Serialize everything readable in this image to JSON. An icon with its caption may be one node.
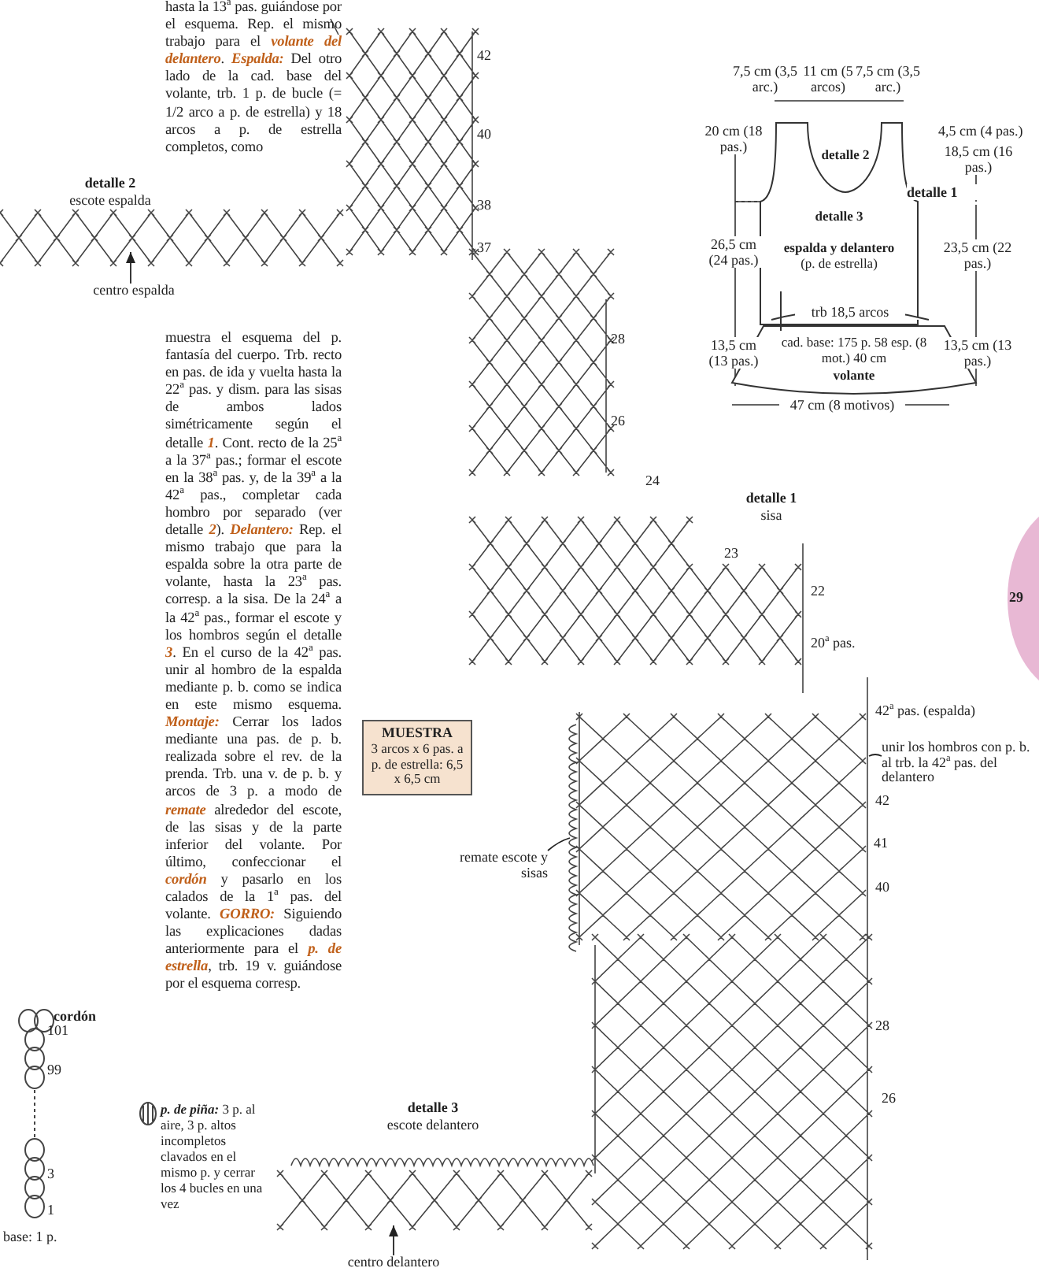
{
  "diagram": {
    "nodes": [
      {
        "text": [
          "MUESTRA",
          "3 arcos x 6 pas. a p. de estrella: 6,5 x 6,5 cm"
        ]
      },
      {
        "text": [
          "detalle 2",
          "detalle 3",
          "espalda y delantero",
          "(p. de estrella)"
        ]
      },
      {
        "text": [
          "cad. base: 175 p. 58 esp. (8 mot.) 40 cm",
          "volante"
        ]
      },
      {
        "text": [
          "centro espalda"
        ]
      },
      {
        "text": [
          "remate escote y sisas"
        ]
      },
      {
        "text": [
          "unir los hombros con p. b. al trb. la 42$^{a}$ pas. del delantero"
        ]
      },
      {
        "text": [
          "centro delantero"
        ]
      }
    ],
    "edges": [
      {
        "from": 3,
        "to": null,
        "arrow": "to"
      },
      {
        "from": 4,
        "to": null,
        "arrow": "none"
      },
      {
        "from": 5,
        "to": null,
        "arrow": "none"
      },
      {
        "from": 6,
        "to": null,
        "arrow": "to"
      }
    ],
    "labels": [
      "hasta la 13$^{a}$ pas. guiándose por el esquema. Rep. el mismo trabajo para el **volante del delantero**. **Espalda:** Del otro lado de la cad. base del volante, trb. 1 p. de bucle (= 1/2 arco a p. de estrella) y 18 arcos a p. de estrella completos, como",
      "42",
      "40",
      "detalle 2",
      "escote espalda",
      "38",
      "37",
      "7,5 cm (3,5 arc.)",
      "11 cm (5 arcos)",
      "7,5 cm (3,5 arc.)",
      "20 cm (18 pas.)",
      "4,5 cm (4 pas.)",
      "18,5 cm (16 pas.)",
      "detalle 1",
      "26,5 cm (24 pas.)",
      "23,5 cm (22 pas.)",
      "trb 18,5 arcos",
      "13,5 cm (13 pas.)",
      "13,5 cm (13 pas.)",
      "47 cm (8 motivos)",
      "muestra el esquema del p. fantasía del cuerpo. Trb. recto en pas. de ida y vuelta hasta la 22$^{a}$ pas. y dism. para las sisas de ambos lados simétricamente según el detalle **1**. Cont. recto de la 25$^{a}$ a la 37$^{a}$ pas.; formar el escote en la 38$^{a}$ pas. y, de la 39$^{a}$ a la 42$^{a}$ pas., completar cada hombro por separado (ver detalle **2**). **Delantero:** Rep. el mismo trabajo que para la espalda sobre la otra parte de volante, hasta la 23$^{a}$ pas. corresp. a la sisa. De la 24$^{a}$ a la 42$^{a}$ pas., formar el escote y los hombros según el detalle **3**. En el curso de la 42$^{a}$ pas. unir al hombro de la espalda mediante p. b. como se indica en este mismo esquema. **Montaje:** Cerrar los lados mediante una pas. de p. b. realizada sobre el rev. de la prenda. Trb. una v. de p. b. y arcos de 3 p. a modo de **remate** alrededor del escote, de las sisas y de la parte inferior del volante. Por último, confeccionar el **cordón** y pasarlo en los calados de la 1$^{a}$ pas. del volante. **GORRO:** Siguiendo las explicaciones dadas anteriormente para el **p. de estrella**, trb. 19 v. guiándose por el esquema corresp.",
      "28",
      "26",
      "24",
      "detalle 1",
      "sisa",
      "23",
      "22",
      "29",
      "20$^{a}$ pas.",
      "42$^{a}$ pas. (espalda)",
      "42",
      "41",
      "40",
      "28",
      "cordón",
      "101",
      "99",
      "26",
      "**p. de piña:** 3 p. al aire, 3 p. altos incompletos clavados en el mismo p. y cerrar los 4 bucles en una vez",
      "detalle 3",
      "escote delantero",
      "3",
      "1",
      "base: 1 p."
    ]
  }
}
